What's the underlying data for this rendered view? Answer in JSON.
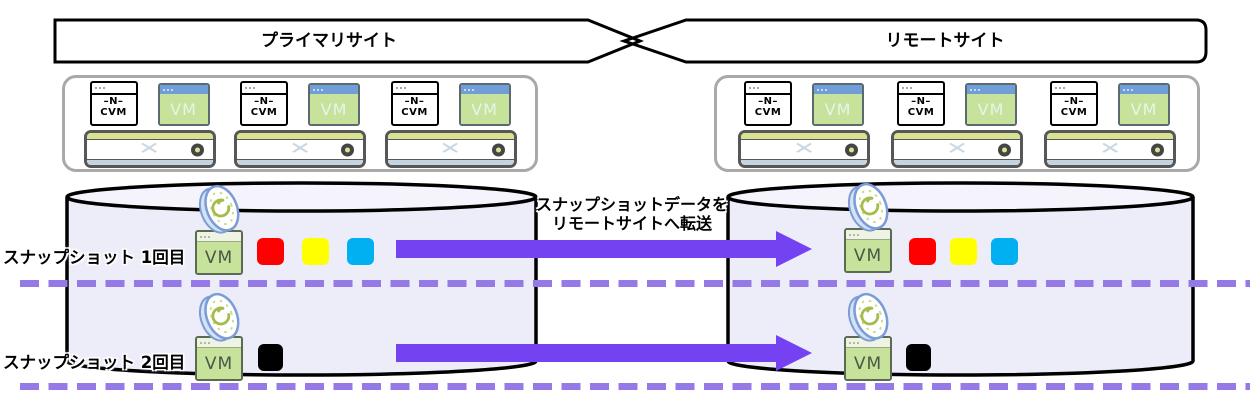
{
  "banners": {
    "primary": "プライマリサイト",
    "remote": "リモートサイト"
  },
  "node": {
    "cvm_line1": "–N–",
    "cvm_line2": "CVM",
    "vm_label": "VM",
    "x_logo": "✕"
  },
  "snapshot_rows": [
    {
      "label": "スナップショット 1回目",
      "blocks": [
        "#FF0000",
        "#FFFF00",
        "#00B0F0"
      ]
    },
    {
      "label": "スナップショット 2回目",
      "blocks": [
        "#000000"
      ]
    }
  ],
  "transfer": {
    "caption_line1": "スナップショットデータを",
    "caption_line2": "リモートサイトへ転送"
  },
  "colors": {
    "arrow": "#7542F1",
    "dashed_line": "#9579E6",
    "cylinder_fill": "#EDECF9",
    "cylinder_top_fill": "#F5F4FC",
    "vm_green": "#C6E29B",
    "banner_border": "#000000"
  }
}
